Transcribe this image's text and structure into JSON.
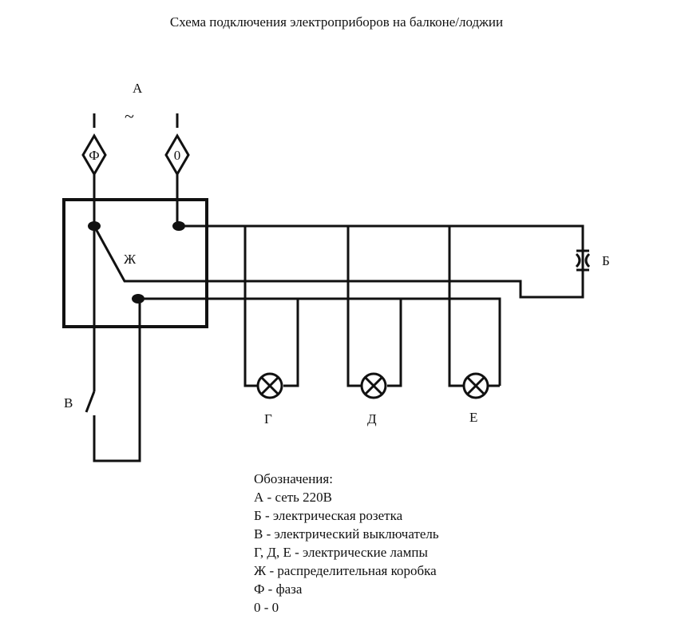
{
  "title": "Схема подключения электроприборов на балконе/лоджии",
  "labels": {
    "network": "А",
    "ac_symbol": "~",
    "phase": "Ф",
    "zero": "0",
    "box": "Ж",
    "socket": "Б",
    "switch": "В",
    "lamp1": "Г",
    "lamp2": "Д",
    "lamp3": "Е"
  },
  "legend": {
    "heading": "Обозначения:",
    "items": [
      "А - сеть 220В",
      "Б - электрическая розетка",
      "В - электрический выключатель",
      "Г, Д, Е - электрические лампы",
      "Ж - распределительная коробка",
      "Ф - фаза",
      "0 - 0"
    ]
  }
}
